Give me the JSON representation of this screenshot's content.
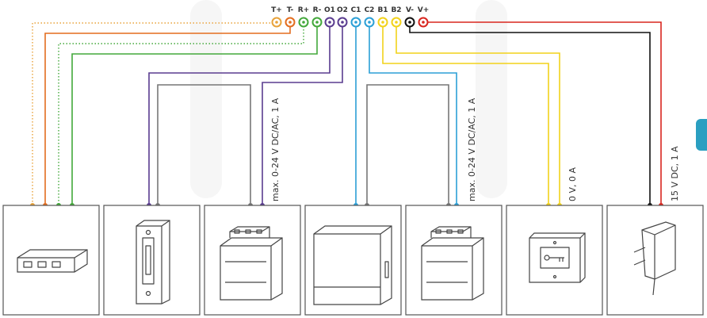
{
  "terminals": [
    {
      "label": "T+",
      "color": "#e8a23a"
    },
    {
      "label": "T-",
      "color": "#e36d1f"
    },
    {
      "label": "R+",
      "color": "#43a83b"
    },
    {
      "label": "R-",
      "color": "#43a83b"
    },
    {
      "label": "O1",
      "color": "#5a3c8f"
    },
    {
      "label": "O2",
      "color": "#5a3c8f"
    },
    {
      "label": "C1",
      "color": "#2b9fd6"
    },
    {
      "label": "C2",
      "color": "#2b9fd6"
    },
    {
      "label": "B1",
      "color": "#f2d21a"
    },
    {
      "label": "B2",
      "color": "#f2d21a"
    },
    {
      "label": "V-",
      "color": "#111111"
    },
    {
      "label": "V+",
      "color": "#d8261f"
    }
  ],
  "ratings": {
    "relay1": "max. 0-24 V DC/AC, 1 A",
    "relay2": "max. 0-24 V DC/AC, 1 A",
    "button": "0 V, 0 A",
    "power": "15 V DC, 1 A"
  },
  "colors": {
    "orange_dotted": "#e8a23a",
    "orange": "#e36d1f",
    "green": "#43a83b",
    "purple": "#5a3c8f",
    "gray": "#777777",
    "blue": "#2b9fd6",
    "yellow": "#f2d21a",
    "black": "#111111",
    "red": "#d8261f"
  }
}
